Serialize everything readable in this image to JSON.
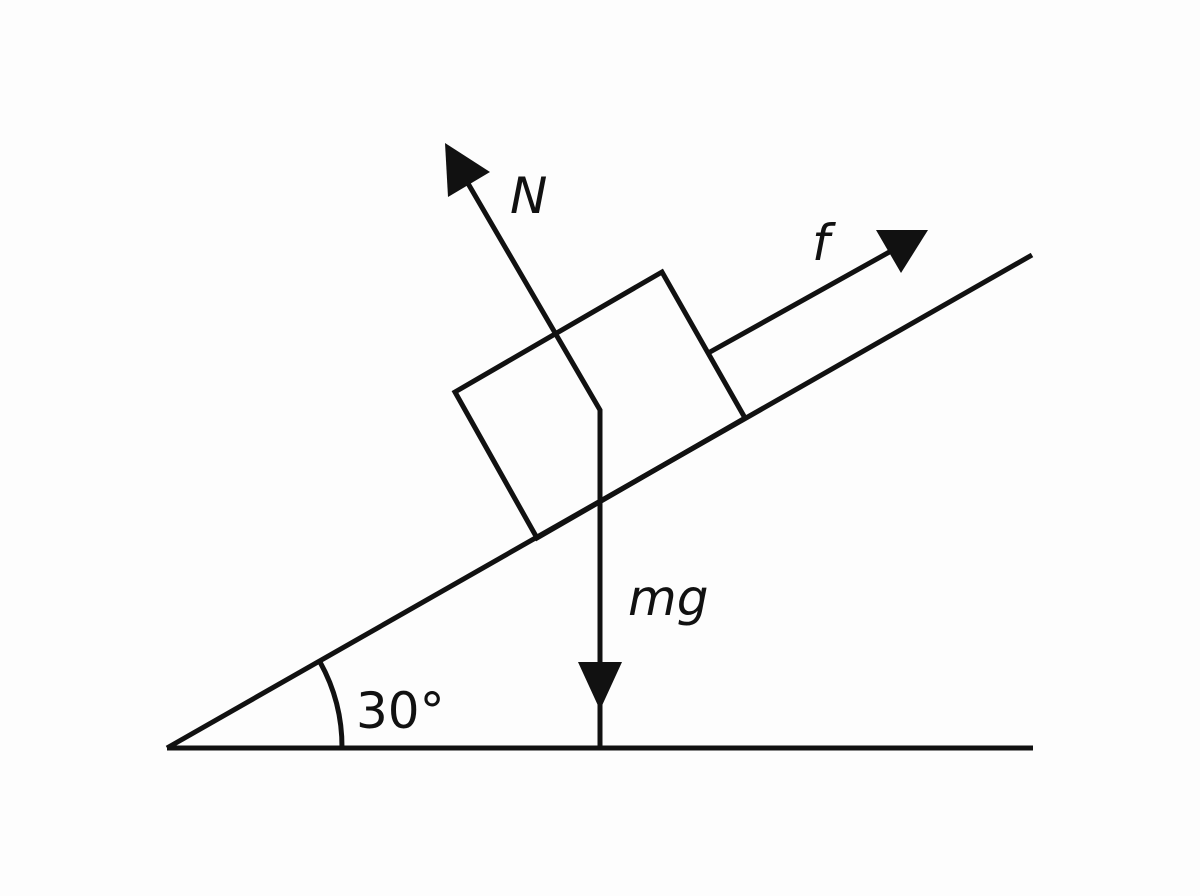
{
  "diagram": {
    "labels": {
      "normal_force": "N",
      "friction": "f",
      "weight": "mg",
      "angle": "30°"
    },
    "colors": {
      "stroke": "#111111",
      "background": "#fdfdfd"
    }
  }
}
